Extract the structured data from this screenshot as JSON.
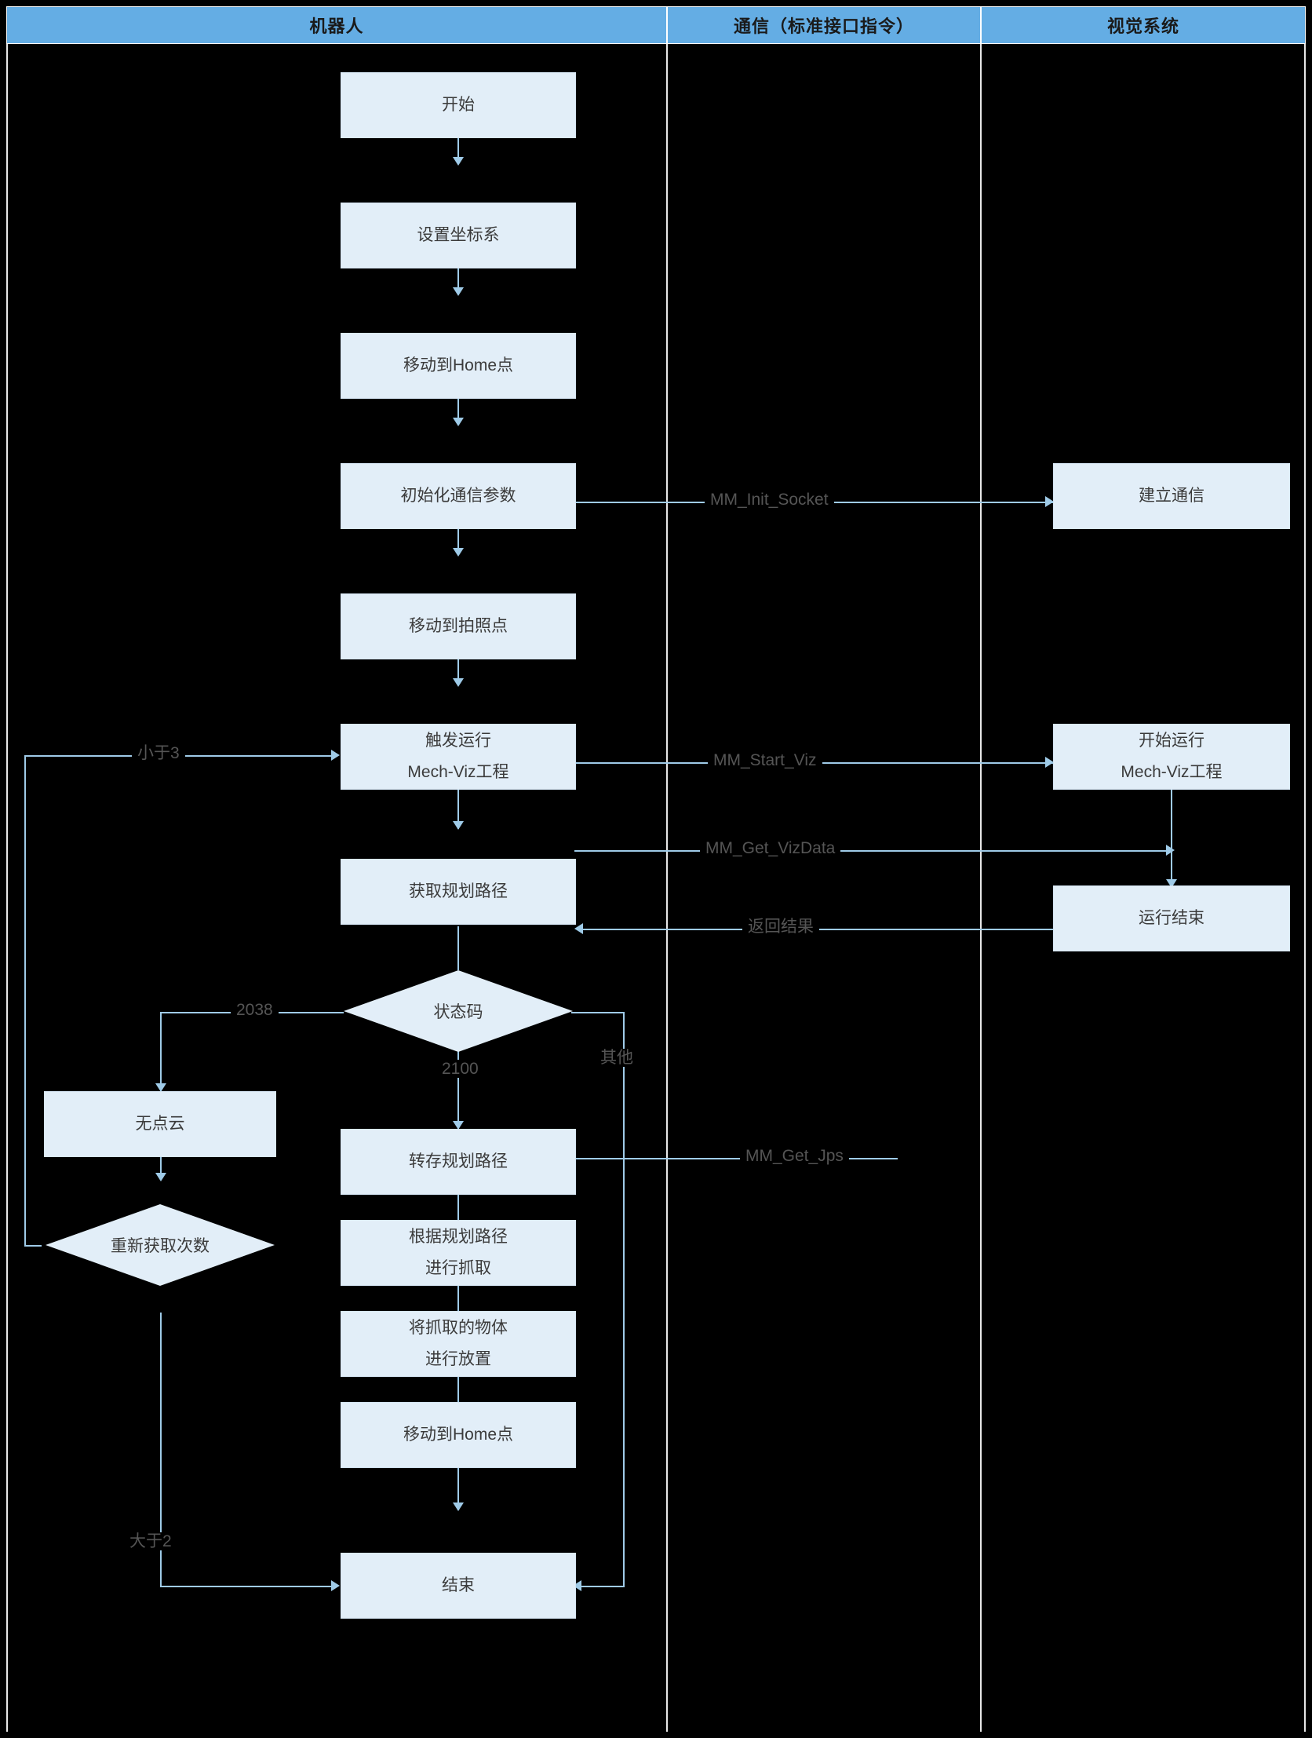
{
  "lanes": [
    {
      "id": "robot",
      "title": "机器人"
    },
    {
      "id": "comm",
      "title": "通信（标准接口指令）"
    },
    {
      "id": "vision",
      "title": "视觉系统"
    }
  ],
  "colors": {
    "lane_header_bg": "#64ade4",
    "node_fill": "#e2eef8",
    "connector": "#9fcbe8",
    "canvas_bg": "#000000",
    "node_text": "#3b3b3b",
    "edge_label_text": "#555555"
  },
  "nodes": {
    "start": {
      "label": "开始"
    },
    "set_frame": {
      "label": "设置坐标系"
    },
    "home_1": {
      "label": "移动到Home点"
    },
    "init_comm": {
      "label": "初始化通信参数"
    },
    "move_photo": {
      "label": "移动到拍照点"
    },
    "trigger_viz": {
      "line1": "触发运行",
      "line2": "Mech-Viz工程"
    },
    "get_path": {
      "label": "获取规划路径"
    },
    "status_code": {
      "label": "状态码"
    },
    "no_cloud": {
      "label": "无点云"
    },
    "retry_count": {
      "label": "重新获取次数"
    },
    "save_path": {
      "label": "转存规划路径"
    },
    "grab": {
      "line1": "根据规划路径",
      "line2": "进行抓取"
    },
    "place": {
      "line1": "将抓取的物体",
      "line2": "进行放置"
    },
    "home_2": {
      "label": "移动到Home点"
    },
    "end": {
      "label": "结束"
    },
    "vision_conn": {
      "label": "建立通信"
    },
    "vision_run": {
      "line1": "开始运行",
      "line2": "Mech-Viz工程"
    },
    "vision_done": {
      "label": "运行结束"
    }
  },
  "edge_labels": {
    "init_socket": "MM_Init_Socket",
    "start_viz": "MM_Start_Viz",
    "get_vizdata": "MM_Get_VizData",
    "return_result": "返回结果",
    "get_jps": "MM_Get_Jps",
    "less_than_3": "小于3",
    "code_2038": "2038",
    "code_2100": "2100",
    "other": "其他",
    "greater_than_2": "大于2"
  }
}
